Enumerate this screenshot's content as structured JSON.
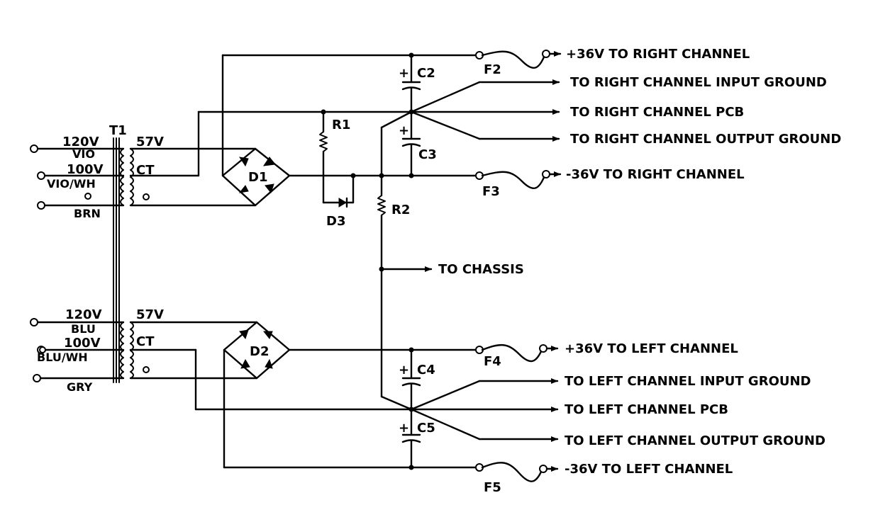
{
  "transformer": {
    "ref": "T1",
    "upper": {
      "primary_labels": [
        "120V",
        "VIO",
        "100V",
        "VIO/WH",
        "BRN"
      ],
      "secondary_labels": [
        "57V",
        "CT"
      ]
    },
    "lower": {
      "primary_labels": [
        "120V",
        "BLU",
        "100V",
        "BLU/WH",
        "GRY"
      ],
      "secondary_labels": [
        "57V",
        "CT"
      ]
    }
  },
  "components": {
    "diode_bridges": [
      "D1",
      "D2"
    ],
    "diode": "D3",
    "resistors": [
      "R1",
      "R2"
    ],
    "capacitors": [
      "C2",
      "C3",
      "C4",
      "C5"
    ],
    "fuses": [
      "F2",
      "F3",
      "F4",
      "F5"
    ],
    "polarity": "+"
  },
  "outputs": {
    "right": [
      "+36V TO RIGHT CHANNEL",
      "TO RIGHT CHANNEL INPUT GROUND",
      "TO RIGHT CHANNEL PCB",
      "TO RIGHT CHANNEL OUTPUT GROUND",
      "-36V TO RIGHT CHANNEL"
    ],
    "chassis": "TO CHASSIS",
    "left": [
      "+36V TO LEFT CHANNEL",
      "TO LEFT CHANNEL INPUT GROUND",
      "TO LEFT CHANNEL PCB",
      "TO LEFT CHANNEL OUTPUT GROUND",
      "-36V TO LEFT CHANNEL"
    ]
  }
}
